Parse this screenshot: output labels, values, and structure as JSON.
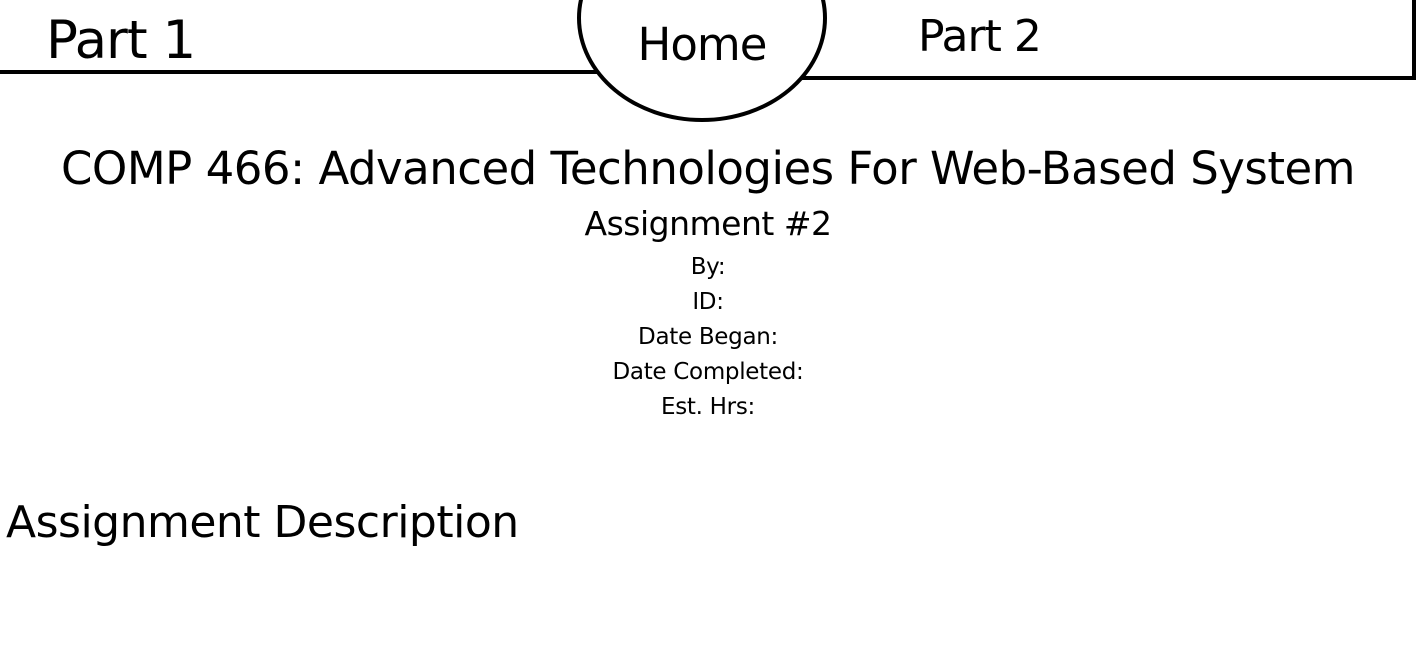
{
  "nav": {
    "part1_label": "Part 1",
    "home_label": "Home",
    "part2_label": "Part 2"
  },
  "header": {
    "course_title": "COMP 466: Advanced Technologies For Web-Based System",
    "assignment_title": "Assignment #2",
    "meta": {
      "by": "By:",
      "id": "ID:",
      "date_began": "Date Began:",
      "date_completed": "Date Completed:",
      "est_hrs": "Est. Hrs:"
    }
  },
  "section": {
    "heading": "Assignment Description"
  }
}
